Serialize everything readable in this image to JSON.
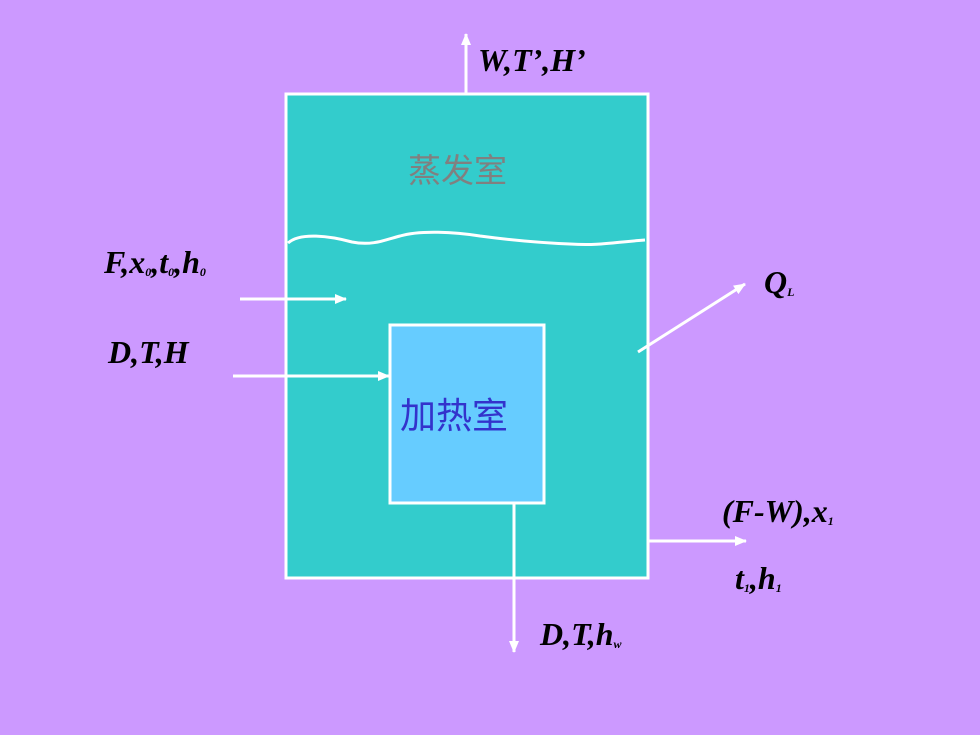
{
  "colors": {
    "background": "#cc99ff",
    "evaporator_fill": "#33cccc",
    "heater_fill": "#66ccff",
    "outline": "#ffffff",
    "evap_text": "#808080",
    "heater_text": "#3333cc",
    "label_text": "#000000"
  },
  "evaporation_chamber": {
    "label": "蒸发室"
  },
  "heating_chamber": {
    "label": "加热室"
  },
  "streams": {
    "vapor_out": {
      "a": "W,T’,H’"
    },
    "feed_in": {
      "a": "F,x",
      "s1": "0",
      "b": ",t",
      "s2": "0",
      "c": ",h",
      "s3": "0"
    },
    "steam_in": {
      "a": "D,T,H"
    },
    "heat_loss": {
      "a": "Q",
      "s1": "L"
    },
    "product_out": {
      "a": "(F-W),x",
      "s1": "1",
      "b": "t",
      "s2": "1",
      "c": ",h",
      "s3": "1"
    },
    "condensate_out": {
      "a": "D,T,h",
      "s1": "w"
    }
  }
}
